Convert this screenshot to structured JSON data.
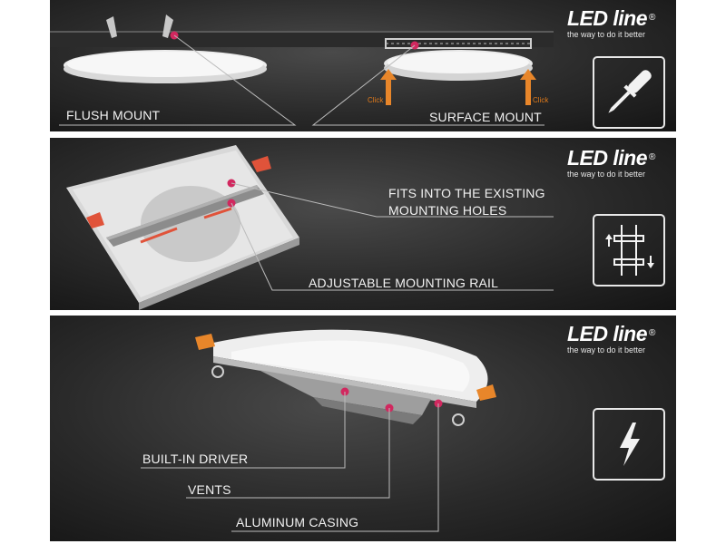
{
  "brand": {
    "name": "LED line",
    "registered": "®",
    "tagline": "the way to do it better"
  },
  "panel1": {
    "flush_label": "FLUSH MOUNT",
    "surface_label": "SURFACE MOUNT",
    "click_left": "Click",
    "click_right": "Click",
    "icon": "screwdriver-icon"
  },
  "panel2": {
    "fits_label_line1": "FITS INTO THE EXISTING",
    "fits_label_line2": "MOUNTING HOLES",
    "rail_label": "ADJUSTABLE MOUNTING RAIL",
    "icon": "adjustable-rail-icon"
  },
  "panel3": {
    "driver_label": "BUILT-IN DRIVER",
    "vents_label": "VENTS",
    "casing_label": "ALUMINUM CASING",
    "icon": "lightning-icon"
  },
  "colors": {
    "accent_magenta": "#d1285f",
    "arrow_orange": "#e8862a",
    "clip_red": "#e0533a",
    "panel_dark": "#1e1e1e",
    "text_light": "#f2f2f2"
  }
}
